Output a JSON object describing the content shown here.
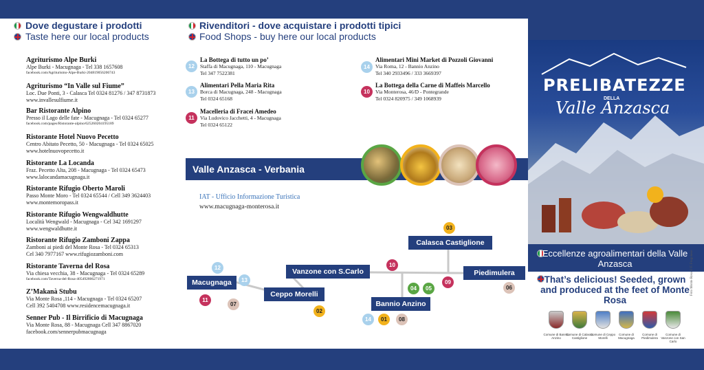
{
  "headers": {
    "where_taste_it": "Dove degustare i prodotti",
    "where_taste_en": "Taste here our local products",
    "resellers_it": "Rivenditori - dove acquistare i prodotti tipici",
    "resellers_en": "Food Shops - buy here our local products"
  },
  "tasting": [
    {
      "name": "Agriturismo Alpe Burki",
      "lines": [
        "Alpe Burki - Macugnaga - Tel 338 1657608"
      ],
      "small": "facebook.com/Agriturismo-Alpe-Burki-204819056206743"
    },
    {
      "name": "Agriturismo “In Valle sul Fiume”",
      "lines": [
        "Loc. Due Ponti, 3 - Calasca  Tel 0324 81276 / 347 8731873",
        "www.invallesulfiume.it"
      ]
    },
    {
      "name": "Bar Ristorante Alpino",
      "lines": [
        "Presso il Lago delle fate - Macugnaga - Tel 0324 65277"
      ],
      "small": "facebook.com/pages/Ristorante-alpino/625260204195189"
    },
    {
      "name": "Ristorante Hotel Nuovo Pecetto",
      "lines": [
        "Centro Abitato Pecetto, 50 - Macugnaga - Tel 0324 65025",
        "www.hotelnuovopecetto.it"
      ]
    },
    {
      "name": "Ristorante La Locanda",
      "lines": [
        "Fraz. Pecetto Alta, 208 - Macugnaga - Tel 0324 65473",
        "www.lalocandamacugnaga.it"
      ]
    },
    {
      "name": "Ristorante Rifugio Oberto Maroli",
      "lines": [
        "Passo Monte Moro - Tel 0324 65544 / Cell 349 3624403",
        "www.montemoropass.it"
      ]
    },
    {
      "name": "Ristorante Rifugio Wengwaldhutte",
      "lines": [
        "Località Wengwald - Macugnaga - Cel 342 1691297",
        "www.wengwaldhutte.it"
      ]
    },
    {
      "name": "Ristorante Rifugio Zamboni Zappa",
      "lines": [
        "Zamboni ai piedi del Monte Rosa - Tel 0324 65313",
        "Cel 340 7977167 www.rifugiozamboni.com"
      ]
    },
    {
      "name": "Ristorante Taverna del Rosa",
      "lines": [
        "Via chiesa vecchia, 38 - Macugnaga - Tel 0324 65289"
      ],
      "small": "facebook.com/Taverna-del-Rosa-405492806271971"
    },
    {
      "name": "Z’Makanà Stubu",
      "lines": [
        "Via Monte Rosa ,114  - Macugnaga  - Tel 0324 65207",
        "Cell 392 5404708 www.residencemacugnaga.it"
      ]
    },
    {
      "name": "Senner Pub - Il Birrificio di Macugnaga",
      "lines": [
        "Via Monte Rosa, 88 - Macugnaga Cell 347 8867020",
        "facebook.com/sennerpubmacugnaga"
      ]
    }
  ],
  "shops": [
    {
      "num": "12",
      "color": "blue",
      "name": "La Bottega di tutto un po’",
      "lines": [
        "Staffa di Macugnaga, 110 - Macugnaga",
        "Tel 347 7522381"
      ]
    },
    {
      "num": "13",
      "color": "blue",
      "name": "Alimentari Pella Maria Rita",
      "lines": [
        "Borca di Macugnaga, 248 - Macugnaga",
        "Tel 0324 65168"
      ]
    },
    {
      "num": "11",
      "color": "pink",
      "name": "Macelleria di Fracei Amedeo",
      "lines": [
        "Via Ludovico Jacchetti, 4 - Macugnaga",
        "Tel 0324 65122"
      ]
    },
    {
      "num": "14",
      "color": "blue",
      "name": "Alimentari Mini Market di Pozzoli Giovanni",
      "lines": [
        "Via Roma, 12 - Bannio Anzino",
        "Tel 340 2933496 / 333 3669397"
      ]
    },
    {
      "num": "10",
      "color": "pink",
      "name": "La Bottega della Carne di Maffeis Marcello",
      "lines": [
        "Via Monterosa, 46/D - Pontegrande",
        "Tel 0324 820975 / 349 1068939"
      ]
    }
  ],
  "valley": "Valle Anzasca - Verbania",
  "iat": {
    "title": "IAT - Ufficio Informazione Turistica",
    "url": "www.macugnaga-monterosa.it"
  },
  "map": {
    "stations": [
      "Macugnaga",
      "Ceppo Morelli",
      "Vanzone con S.Carlo",
      "Bannio Anzino",
      "Calasca Castiglione",
      "Piedimulera"
    ],
    "badges": [
      "12",
      "13",
      "11",
      "07",
      "02",
      "10",
      "04",
      "05",
      "09",
      "03",
      "06",
      "14",
      "01",
      "08"
    ]
  },
  "brand": {
    "name": "PRELIBATEZZE",
    "della": "DELLA",
    "valle": "Valle Anzasca"
  },
  "tagline": {
    "it": "Eccellenze agroalimentari della Valle Anzasca",
    "en": "That’s delicious! Seeded, grown and produced at the feet of Monte Rosa"
  },
  "municipalities": [
    "Comune di Bannio Anzino",
    "Comune di Calasca Castiglione",
    "Comune di Ceppo Morelli",
    "Comune di Macugnaga",
    "Comune di Piedimulera",
    "Comune di Vanzone con San Carlo"
  ],
  "credit": "Foto Monte Rosa © F. Fregonese",
  "colors": {
    "navy": "#243f7d",
    "pink": "#c5325d",
    "light_blue": "#a9d1ec",
    "yellow": "#f2b21c",
    "green": "#5aa644",
    "beige": "#dcc3b8"
  }
}
